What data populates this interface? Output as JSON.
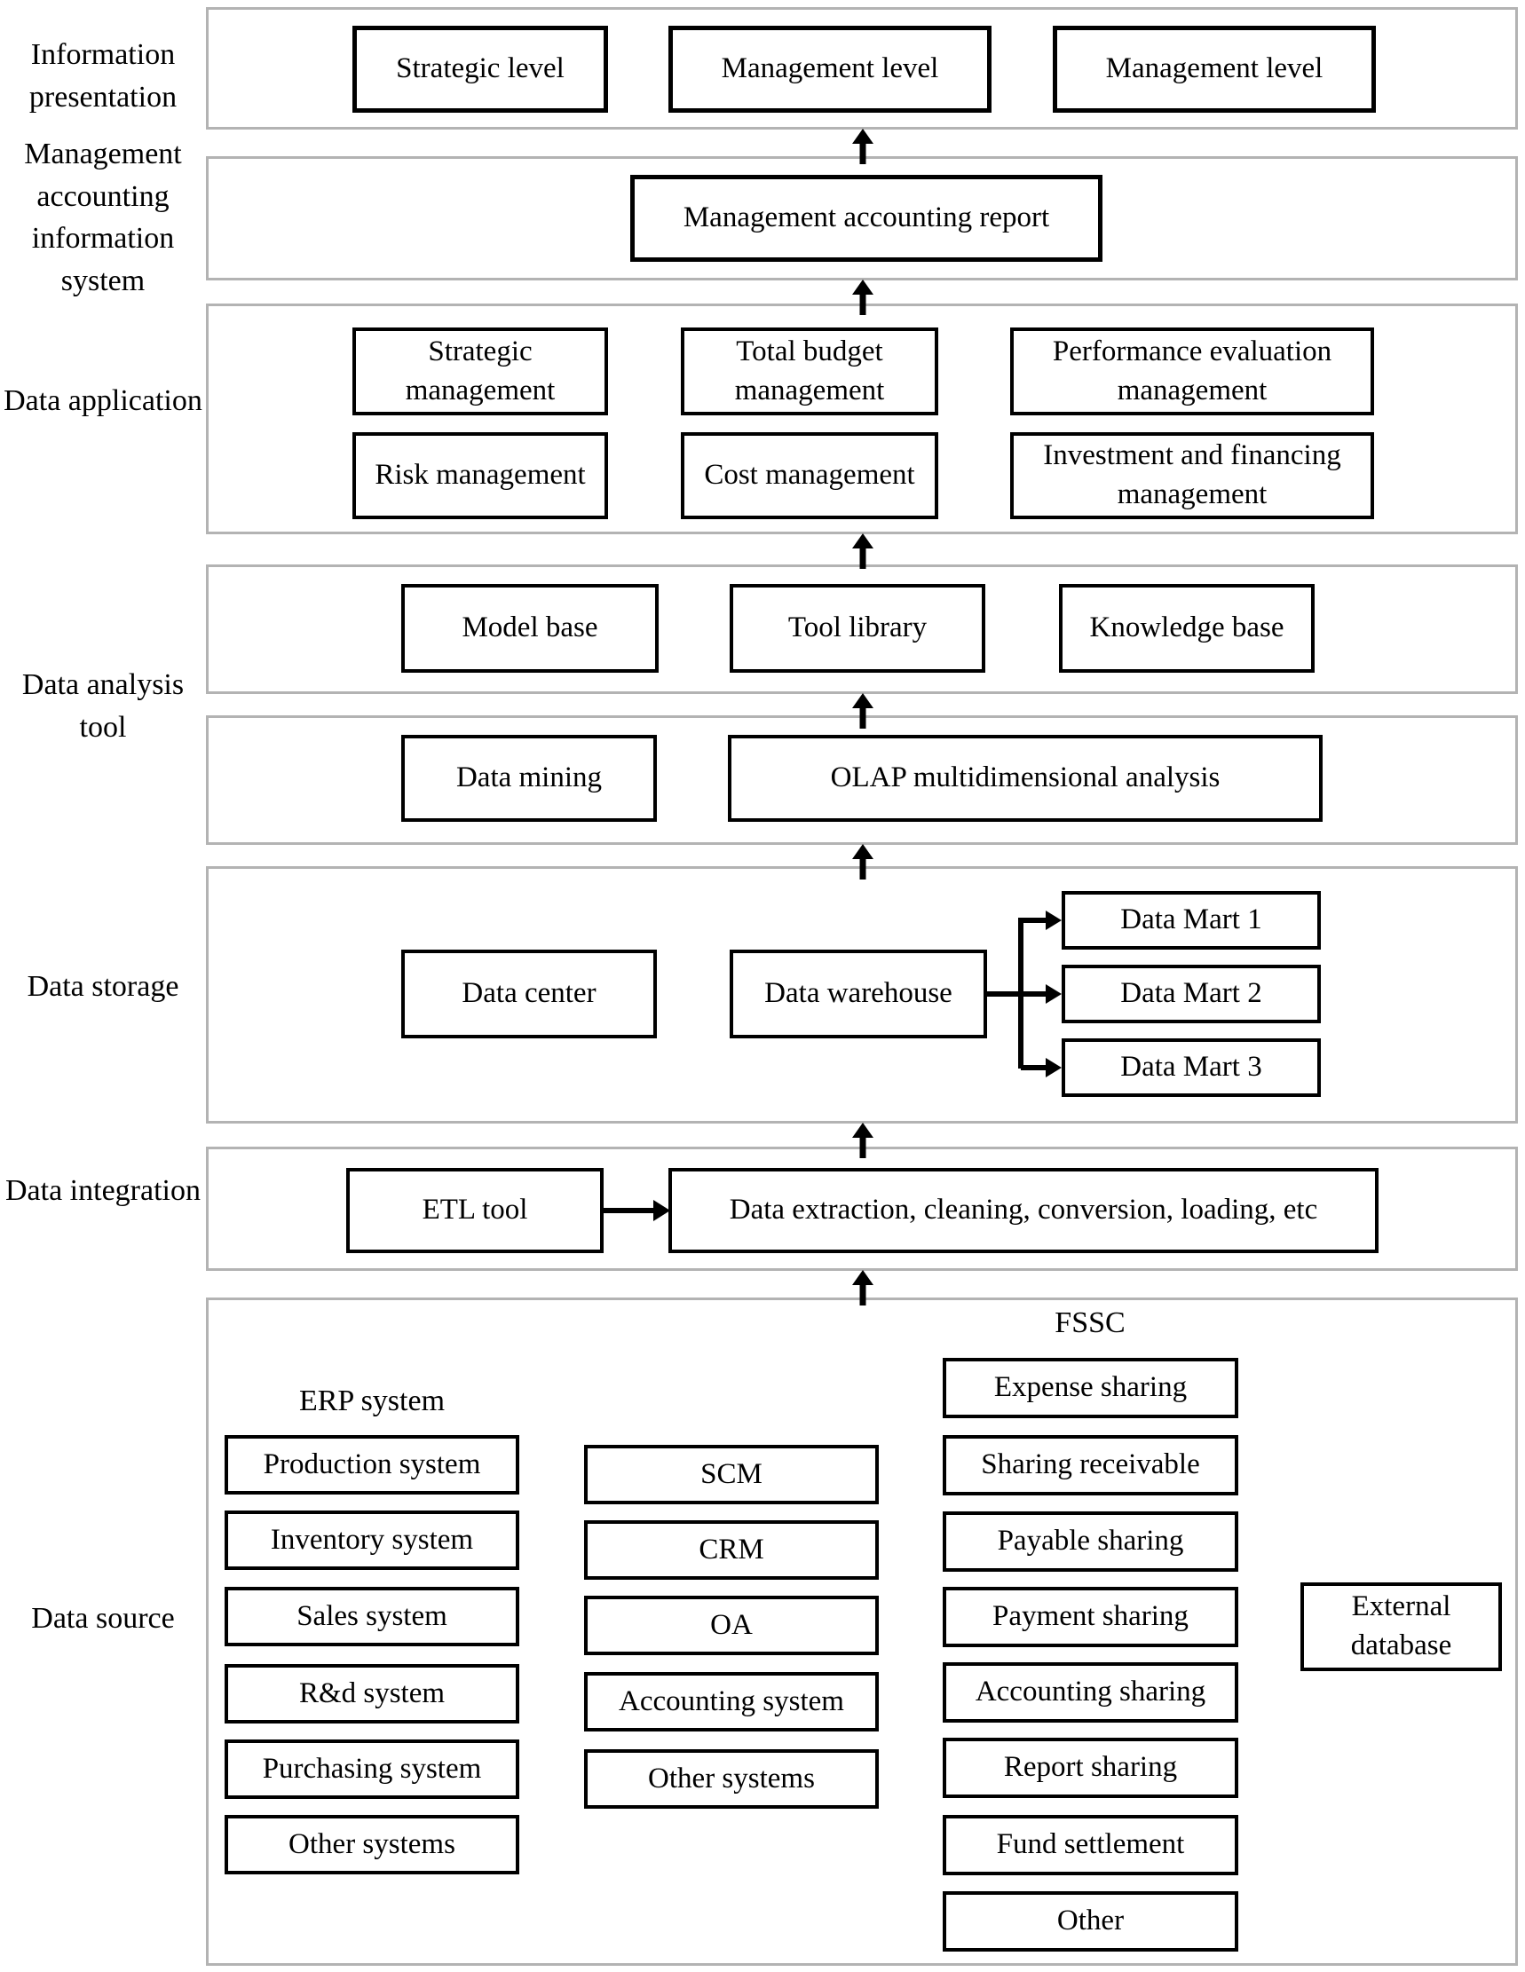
{
  "colors": {
    "box_border": "#000000",
    "band_border": "#b3b3b3",
    "text": "#000000",
    "background": "#ffffff"
  },
  "side_labels": [
    "Information presentation",
    "Management accounting information system",
    "Data application",
    "Data analysis tool",
    "Data storage",
    "Data integration",
    "Data source"
  ],
  "information_presentation": {
    "boxes": [
      "Strategic level",
      "Management level",
      "Management level"
    ]
  },
  "mais": {
    "report": "Management accounting report"
  },
  "data_application": {
    "boxes": [
      "Strategic management",
      "Total budget management",
      "Performance evaluation management",
      "Risk management",
      "Cost management",
      "Investment and financing management"
    ]
  },
  "analysis_tools": {
    "boxes": [
      "Model base",
      "Tool library",
      "Knowledge base"
    ]
  },
  "analysis_methods": {
    "boxes": [
      "Data mining",
      "OLAP multidimensional analysis"
    ]
  },
  "storage": {
    "center": "Data center",
    "warehouse": "Data warehouse",
    "marts": [
      "Data Mart 1",
      "Data Mart 2",
      "Data Mart 3"
    ]
  },
  "integration": {
    "etl": "ETL tool",
    "process": "Data extraction, cleaning, conversion, loading, etc"
  },
  "source": {
    "erp_title": "ERP system",
    "erp_boxes": [
      "Production system",
      "Inventory system",
      "Sales system",
      "R&d system",
      "Purchasing system",
      "Other systems"
    ],
    "mid_boxes": [
      "SCM",
      "CRM",
      "OA",
      "Accounting system",
      "Other systems"
    ],
    "fssc_title": "FSSC",
    "fssc_boxes": [
      "Expense sharing",
      "Sharing receivable",
      "Payable sharing",
      "Payment sharing",
      "Accounting sharing",
      "Report sharing",
      "Fund settlement",
      "Other"
    ],
    "external": "External database"
  }
}
